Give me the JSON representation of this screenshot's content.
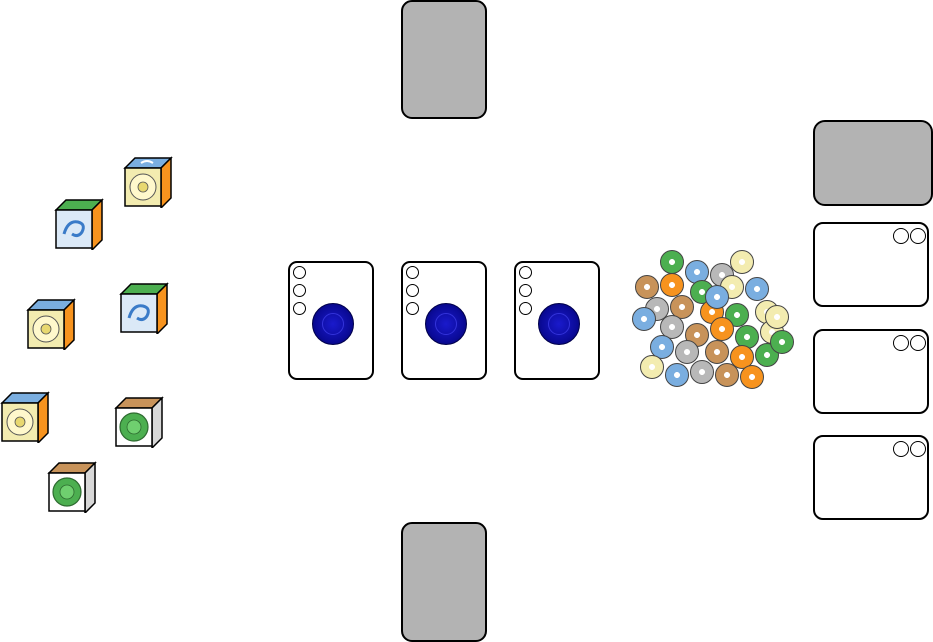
{
  "colors": {
    "facedown": "#b3b3b3",
    "gem": "#0b0b9a",
    "wind": "#7aaee0",
    "sun": "#f3ecb0",
    "leaf": "#4caf50",
    "fire": "#f7931e",
    "earth": "#c8935a",
    "stone": "#b8b8b8"
  },
  "opponent_top": {
    "deck_icon": "card-back-icon"
  },
  "player_bottom": {
    "deck_icon": "card-back-icon"
  },
  "dice": [
    {
      "top": "wind",
      "front": "sun",
      "side": "fire"
    },
    {
      "top": "leaf",
      "front": "wind",
      "side": "fire"
    },
    {
      "top": "wind",
      "front": "sun",
      "side": "fire"
    },
    {
      "top": "leaf",
      "front": "wind",
      "side": "fire"
    },
    {
      "top": "wind",
      "front": "sun",
      "side": "fire"
    },
    {
      "top": "earth",
      "front": "leaf",
      "side": "stone"
    },
    {
      "top": "earth",
      "front": "leaf",
      "side": "stone"
    }
  ],
  "center_cards": [
    {
      "gem": "blue-gem-icon"
    },
    {
      "gem": "blue-gem-icon"
    },
    {
      "gem": "blue-gem-icon"
    }
  ],
  "token_pool": {
    "icon": "token-pile-icon"
  },
  "side_panel": {
    "deck_icon": "card-back-icon",
    "cards": 3
  }
}
